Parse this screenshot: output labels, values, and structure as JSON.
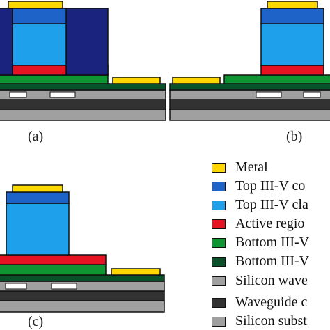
{
  "captions": {
    "a": "(a)",
    "b": "(b)",
    "c": "(c)"
  },
  "legend": [
    {
      "label": "Metal",
      "color": "#FFD700"
    },
    {
      "label": "Top III-V co",
      "color": "#1E64C8"
    },
    {
      "label": "Top III-V cla",
      "color": "#1EA0EB"
    },
    {
      "label": "Active regio",
      "color": "#E61423"
    },
    {
      "label": "Bottom III-V",
      "color": "#0F9632"
    },
    {
      "label": "Bottom III-V",
      "color": "#0A5028"
    },
    {
      "label": "Silicon wave",
      "color": "#A0A0A0"
    },
    {
      "label": "Waveguide c",
      "color": "#323232"
    },
    {
      "label": "Silicon subst",
      "color": "#A0A0A0"
    }
  ],
  "colors": {
    "metal": "#FFD700",
    "top_contact": "#1E64C8",
    "top_cladding": "#1EA0EB",
    "active": "#E61423",
    "bottom_cladding": "#0F9632",
    "bottom_contact": "#0A5028",
    "silicon_waveguide": "#A0A0A0",
    "waveguide_cladding": "#323232",
    "silicon_substrate": "#A0A0A0",
    "proton_implant": "#1A237E",
    "oxide": "#FFFFFF"
  }
}
